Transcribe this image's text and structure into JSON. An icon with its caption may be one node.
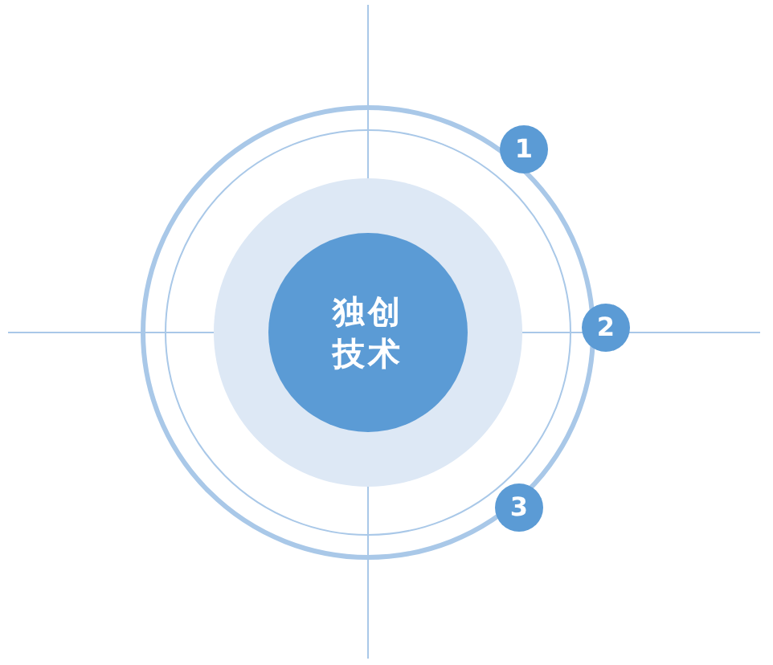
{
  "diagram": {
    "nodes": [
      {
        "text": [],
        "shape": "circle"
      },
      {
        "text": [
          "独创技术"
        ],
        "in": 0
      },
      {
        "text": [
          "1"
        ]
      },
      {
        "text": [
          "2"
        ]
      },
      {
        "text": [
          "3"
        ]
      }
    ]
  }
}
